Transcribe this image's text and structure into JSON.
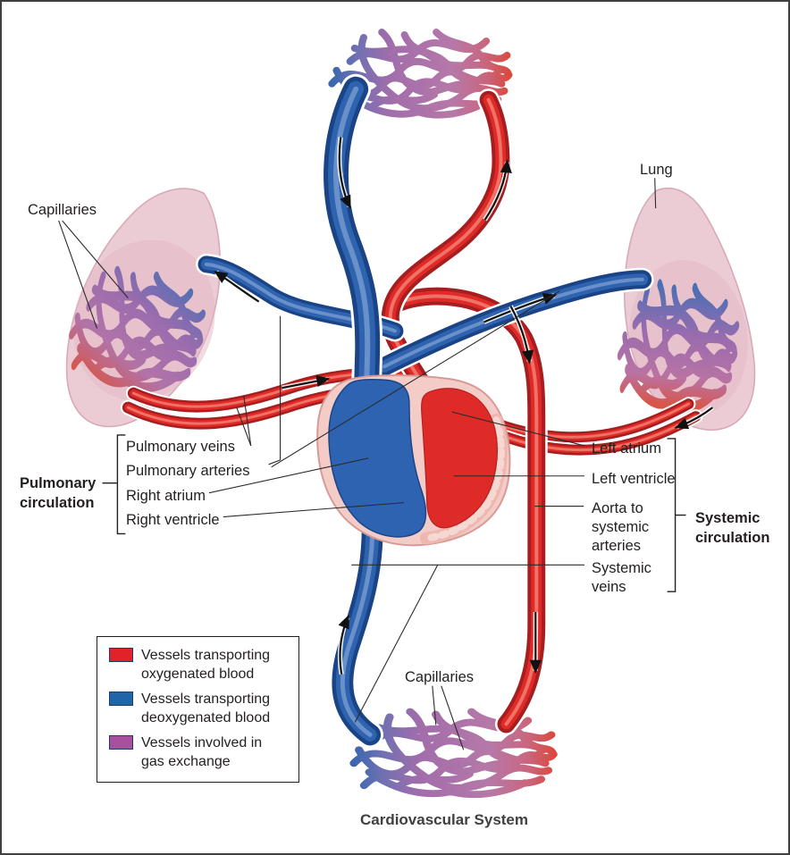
{
  "title": "Cardiovascular System",
  "labels": {
    "lung": "Lung",
    "capillaries_top": "Capillaries",
    "capillaries_bottom": "Capillaries",
    "pulmonary_veins": "Pulmonary veins",
    "pulmonary_arteries": "Pulmonary arteries",
    "right_atrium": "Right atrium",
    "right_ventricle": "Right ventricle",
    "left_atrium": "Left atrium",
    "left_ventricle": "Left ventricle",
    "aorta_to_systemic_arteries": "Aorta to\nsystemic\narteries",
    "systemic_veins": "Systemic\nveins",
    "pulmonary_circulation": "Pulmonary\ncirculation",
    "systemic_circulation": "Systemic\ncirculation"
  },
  "legend": {
    "items": [
      {
        "name": "oxygenated",
        "label": "Vessels transporting\noxygenated blood",
        "color": "#e32227"
      },
      {
        "name": "deoxygenated",
        "label": "Vessels transporting\ndeoxygenated blood",
        "color": "#1e66a7"
      },
      {
        "name": "gas-exchange",
        "label": "Vessels involved in\ngas exchange",
        "color": "#a8509e"
      }
    ]
  },
  "colors": {
    "oxygenated_red": "#e32227",
    "deoxygenated_blue": "#1e66a7",
    "gas_exchange_purple": "#a8509e",
    "lung_pink": "#ecccd4",
    "heart_wall_pink": "#f3cbc7",
    "text": "#231f20"
  }
}
